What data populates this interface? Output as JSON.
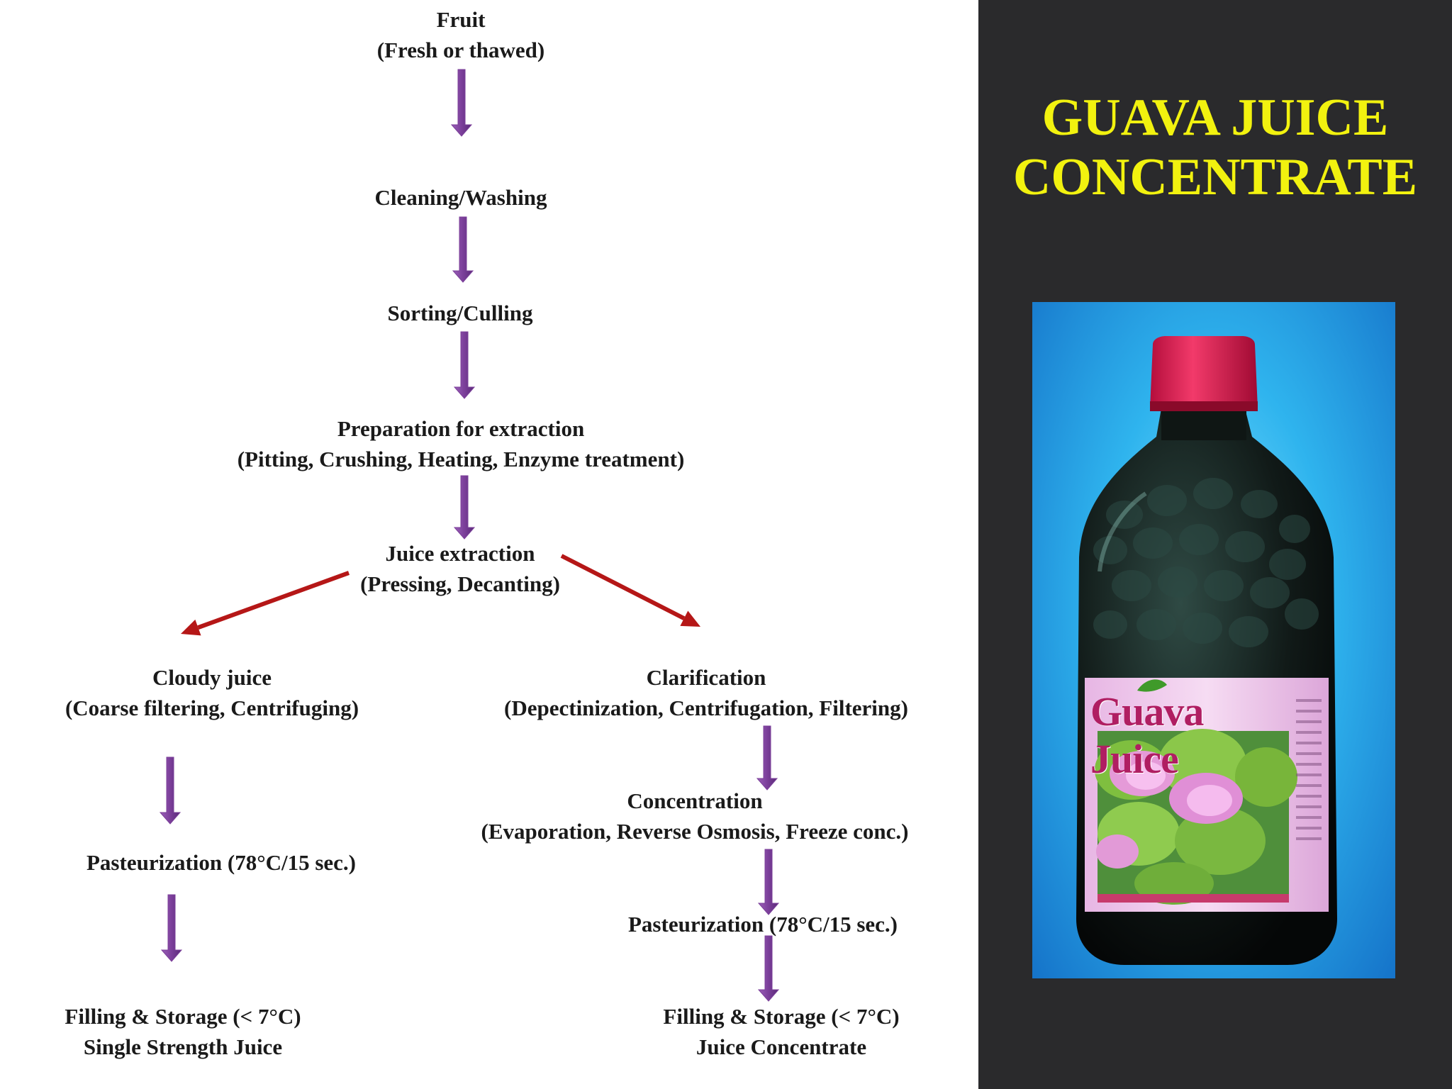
{
  "flow": {
    "fruit": {
      "line1": "Fruit",
      "line2": "(Fresh or thawed)"
    },
    "cleaning": "Cleaning/Washing",
    "sorting": "Sorting/Culling",
    "preparation": {
      "line1": "Preparation for extraction",
      "line2": "(Pitting, Crushing, Heating, Enzyme treatment)"
    },
    "extraction": {
      "line1": "Juice extraction",
      "line2": "(Pressing, Decanting)"
    },
    "cloudy": {
      "line1": "Cloudy juice",
      "line2": "(Coarse filtering, Centrifuging)"
    },
    "clarification": {
      "line1": "Clarification",
      "line2": "(Depectinization, Centrifugation, Filtering)"
    },
    "concentration": {
      "line1": "Concentration",
      "line2": "(Evaporation, Reverse Osmosis, Freeze conc.)"
    },
    "pasteurization_left": "Pasteurization (78°C/15 sec.)",
    "pasteurization_right": "Pasteurization (78°C/15 sec.)",
    "filling_left": {
      "line1": "Filling & Storage (< 7°C)",
      "line2": "Single Strength Juice"
    },
    "filling_right": {
      "line1": "Filling & Storage (< 7°C)",
      "line2": "Juice Concentrate"
    }
  },
  "panel": {
    "title_line1": "GUAVA JUICE",
    "title_line2": "CONCENTRATE",
    "bottle_label": "Guava Juice"
  },
  "colors": {
    "title": "#f2f20f",
    "panel_bg": "#2a2a2c",
    "down_arrow": "#7b3f9a",
    "branch_arrow": "#b51717"
  }
}
